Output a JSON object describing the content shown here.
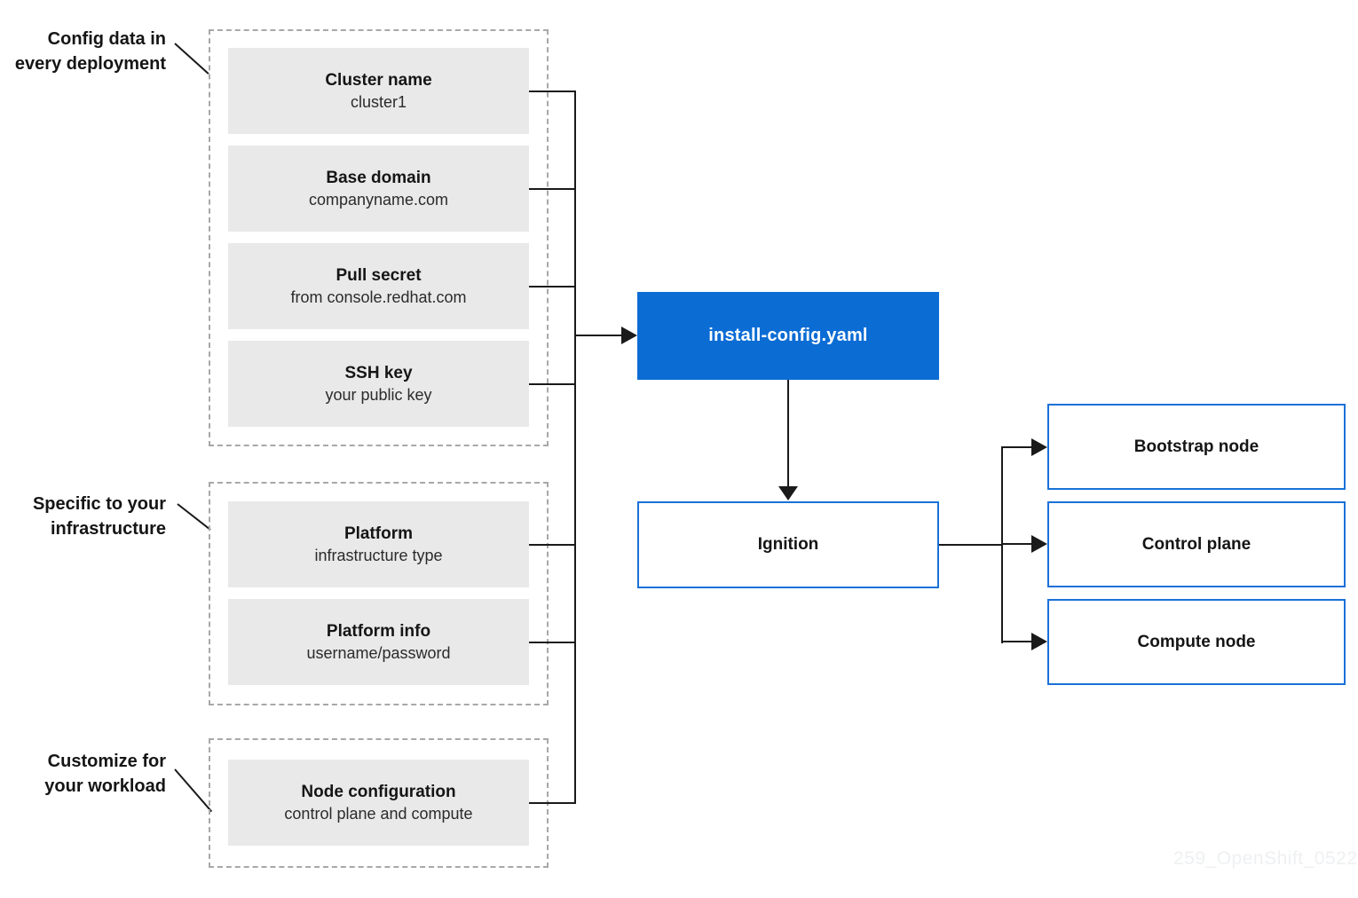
{
  "colors": {
    "accent_blue": "#0b6cd4",
    "outline_blue": "#1a71d8",
    "box_gray": "#e9e9e9",
    "dashed_gray": "#a8a8a8",
    "line_black": "#1a1a1a",
    "text_dark": "#151515",
    "watermark_gray": "#eef0f2"
  },
  "annotations": [
    {
      "line1": "Config data in",
      "line2": "every deployment"
    },
    {
      "line1": "Specific to your",
      "line2": "infrastructure"
    },
    {
      "line1": "Customize for",
      "line2": "your workload"
    }
  ],
  "groups": {
    "deployment": {
      "items": [
        {
          "title": "Cluster name",
          "subtitle": "cluster1"
        },
        {
          "title": "Base domain",
          "subtitle": "companyname.com"
        },
        {
          "title": "Pull secret",
          "subtitle": "from console.redhat.com"
        },
        {
          "title": "SSH key",
          "subtitle": "your public key"
        }
      ]
    },
    "infrastructure": {
      "items": [
        {
          "title": "Platform",
          "subtitle": "infrastructure type"
        },
        {
          "title": "Platform info",
          "subtitle": "username/password"
        }
      ]
    },
    "workload": {
      "items": [
        {
          "title": "Node configuration",
          "subtitle": "control plane and compute"
        }
      ]
    }
  },
  "center": {
    "install_config": "install-config.yaml",
    "ignition": "Ignition"
  },
  "nodes": [
    {
      "label": "Bootstrap node"
    },
    {
      "label": "Control plane"
    },
    {
      "label": "Compute node"
    }
  ],
  "watermark": "259_OpenShift_0522"
}
